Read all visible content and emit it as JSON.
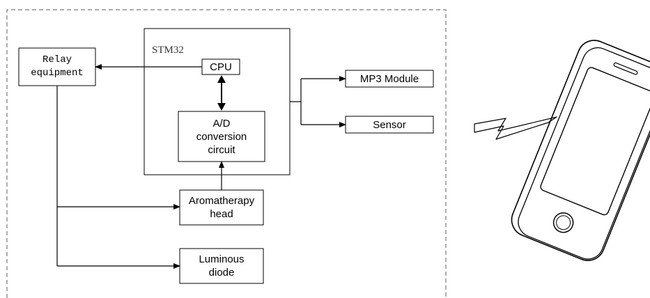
{
  "diagram": {
    "mcu_label": "STM32",
    "cpu": "CPU",
    "adc": [
      "A/D",
      "conversion",
      "circuit"
    ],
    "relay": [
      "Relay",
      "equipment"
    ],
    "mp3": "MP3 Module",
    "sensor": "Sensor",
    "aroma": [
      "Aromatherapy",
      "head"
    ],
    "diode": [
      "Luminous",
      "diode"
    ]
  },
  "phone": {
    "icon": "smartphone-icon",
    "signal_icon": "wireless-signal-icon"
  },
  "colors": {
    "line": "#000000",
    "dashed_border": "#7a7a7a",
    "background": "#ffffff"
  }
}
